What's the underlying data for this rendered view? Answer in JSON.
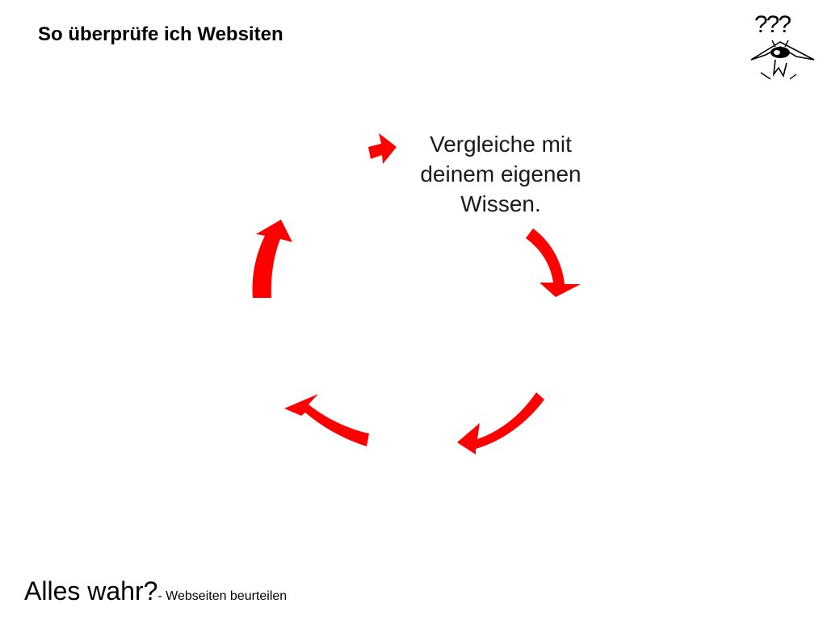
{
  "slide": {
    "title": "So überprüfe ich Websiten",
    "mascot": {
      "icon": "confused-owl-icon",
      "text": "???"
    },
    "cycle": {
      "steps": [
        {
          "label": "Vergleiche mit deinem eigenen Wissen."
        }
      ],
      "arrow_color": "#ff0000",
      "arrow_count": 5
    },
    "footer": {
      "main": "Alles wahr?",
      "sub": "- Webseiten beurteilen"
    }
  }
}
